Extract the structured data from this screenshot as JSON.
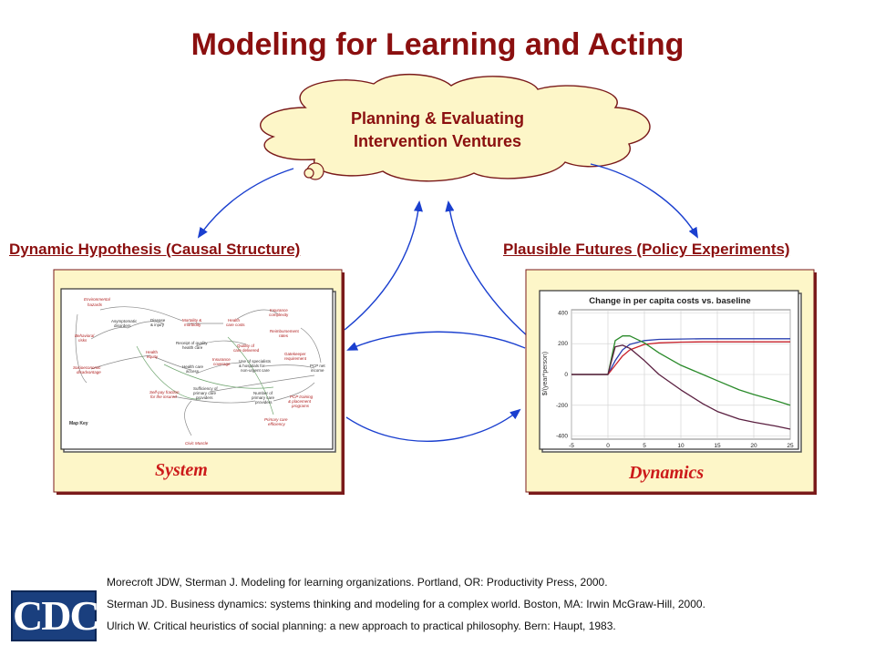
{
  "title": "Modeling for Learning and Acting",
  "cloud": {
    "line1": "Planning & Evaluating",
    "line2": "Intervention Ventures"
  },
  "left_heading": "Dynamic Hypothesis (Causal Structure)",
  "right_heading": "Plausible Futures (Policy Experiments)",
  "left_panel_label": "System",
  "right_panel_label": "Dynamics",
  "causal_map": {
    "nodes": [
      "Environmental hazards",
      "Asymptomatic disorders",
      "Disease & injury",
      "Mortality & morbidity",
      "Health care costs",
      "Insurance complexity",
      "Behavioral risks",
      "Receipt of quality health care",
      "Reimbursement rates",
      "Quality of care delivered",
      "Socioeconomic disadvantage",
      "Health equity",
      "Insurance coverage",
      "Gatekeeper requirement",
      "Health care access",
      "Use of specialists & hospitals for non-urgent care",
      "PCP net income",
      "Self-pay fraction for the insured",
      "Sufficiency of primary care providers",
      "PCP training & placement programs",
      "Number of primary care providers",
      "Primary care efficiency",
      "Civic Muscle"
    ],
    "key": "Map Key"
  },
  "chart_data": {
    "type": "line",
    "title": "Change in per capita costs vs. baseline",
    "xlabel": "",
    "ylabel": "$/(year*person)",
    "x_ticks": [
      -5,
      0,
      5,
      10,
      15,
      20,
      25
    ],
    "y_ticks": [
      400,
      200,
      0,
      -200,
      -400
    ],
    "xlim": [
      -5,
      25
    ],
    "ylim": [
      -420,
      420
    ],
    "x": [
      -5,
      0,
      1,
      2,
      3,
      5,
      7,
      10,
      13,
      15,
      18,
      20,
      23,
      25
    ],
    "series": [
      {
        "color": "#2a3fb0",
        "values": [
          0,
          0,
          90,
          160,
          195,
          220,
          228,
          230,
          232,
          232,
          232,
          232,
          232,
          232
        ]
      },
      {
        "color": "#c8202a",
        "values": [
          0,
          0,
          60,
          120,
          160,
          195,
          205,
          210,
          212,
          212,
          212,
          212,
          212,
          212
        ]
      },
      {
        "color": "#2a8a2a",
        "values": [
          0,
          0,
          220,
          250,
          250,
          205,
          140,
          60,
          0,
          -40,
          -100,
          -130,
          -170,
          -200
        ]
      },
      {
        "color": "#5a1f40",
        "values": [
          0,
          0,
          180,
          190,
          170,
          90,
          0,
          -100,
          -190,
          -240,
          -290,
          -310,
          -335,
          -355
        ]
      }
    ]
  },
  "references": [
    "Morecroft JDW, Sterman J. Modeling for learning organizations. Portland, OR: Productivity Press, 2000.",
    "Sterman JD. Business dynamics: systems thinking and modeling for a complex world. Boston, MA: Irwin McGraw-Hill,  2000.",
    "Ulrich W. Critical heuristics of social planning: a new approach to practical philosophy. Bern: Haupt, 1983."
  ],
  "logo_text": "CDC",
  "colors": {
    "title": "#8b0f0f",
    "cloud_fill": "#fdf6c8",
    "panel_fill": "#fdf6c8",
    "arrow": "#1a3fcf",
    "panel_label": "#cc1a1a"
  }
}
